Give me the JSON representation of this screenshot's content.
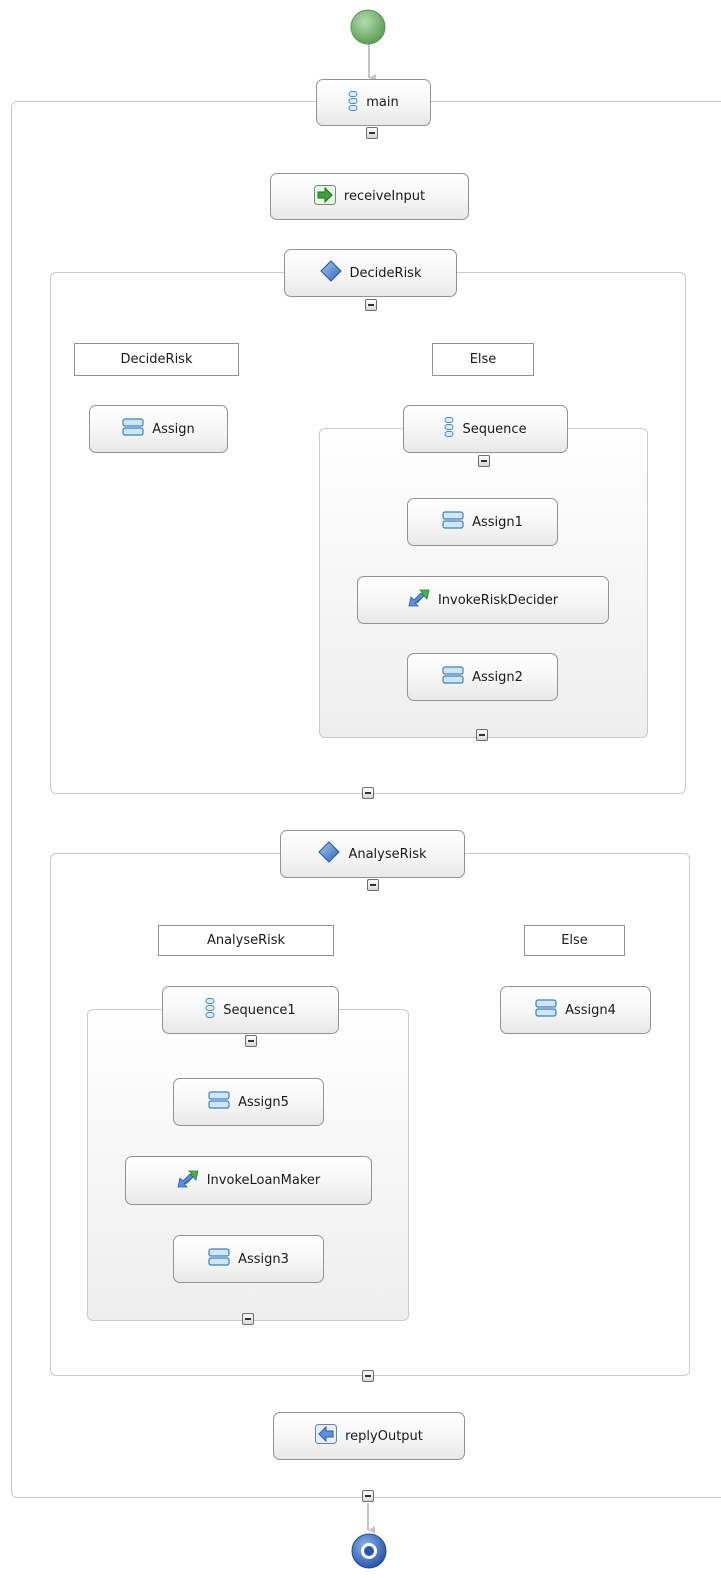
{
  "diagram": {
    "start_icon": "start-event-icon",
    "end_icon": "end-event-icon",
    "main": {
      "label": "main",
      "icon": "sequence-icon"
    },
    "receive": {
      "label": "receiveInput",
      "icon": "receive-icon"
    },
    "decide_risk": {
      "label": "DecideRisk",
      "icon": "if-icon",
      "case_if": {
        "label": "DecideRisk",
        "assign": "Assign"
      },
      "case_else": {
        "label": "Else",
        "sequence": {
          "label": "Sequence",
          "assign1": "Assign1",
          "invoke": "InvokeRiskDecider",
          "assign2": "Assign2"
        }
      }
    },
    "analyse_risk": {
      "label": "AnalyseRisk",
      "icon": "if-icon",
      "case_if": {
        "label": "AnalyseRisk",
        "sequence": {
          "label": "Sequence1",
          "assign5": "Assign5",
          "invoke": "InvokeLoanMaker",
          "assign3": "Assign3"
        }
      },
      "case_else": {
        "label": "Else",
        "assign4": "Assign4"
      }
    },
    "reply": {
      "label": "replyOutput",
      "icon": "reply-icon"
    },
    "colors": {
      "start": "#6fae6a",
      "end": "#2d56a8",
      "connector": "#c4c4c4",
      "node_border": "#8e949b",
      "container_border": "#c6cbd2"
    }
  }
}
